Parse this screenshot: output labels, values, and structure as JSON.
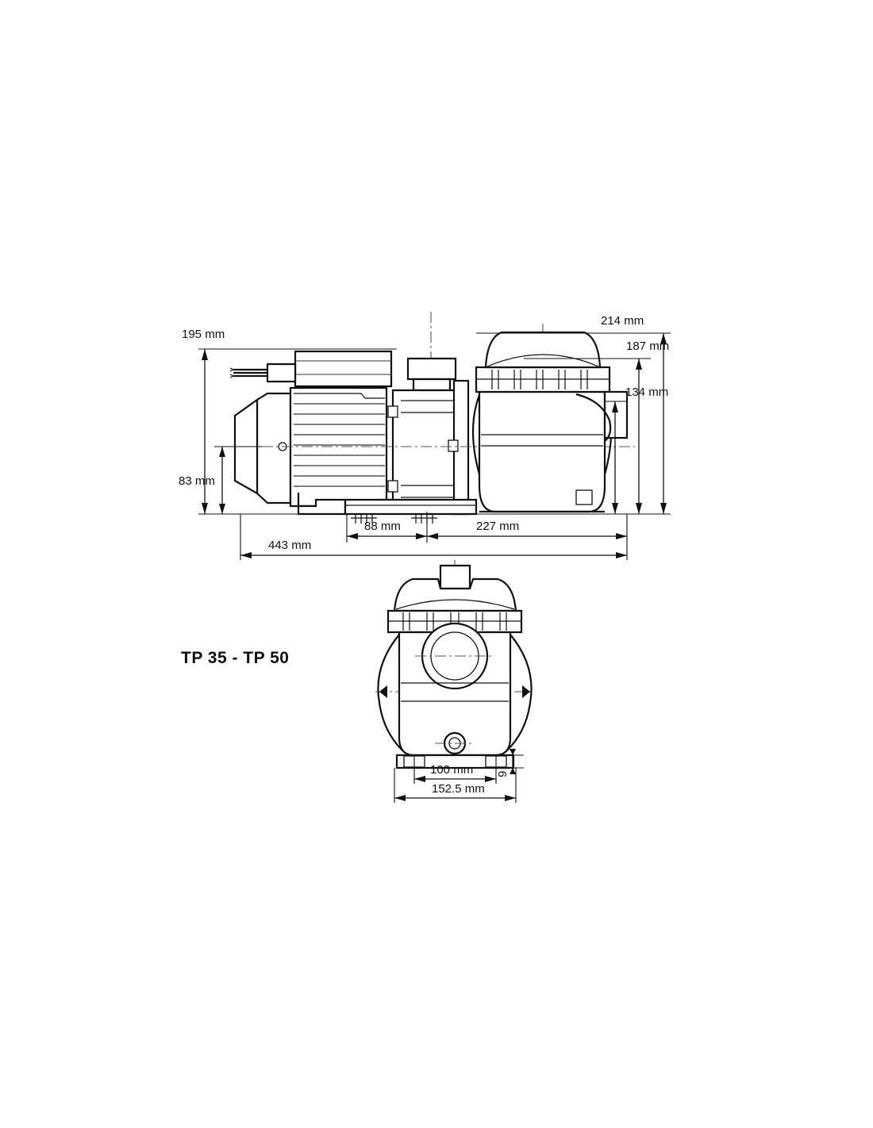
{
  "document": {
    "title": "TP 35 - TP 50",
    "background_color": "#ffffff",
    "line_color": "#111111"
  },
  "label": {
    "model_title": "TP 35 - TP 50"
  },
  "side_view": {
    "name": "pump-side-view",
    "dimensions": {
      "overall_height": "195 mm",
      "shaft_height": "83 mm",
      "overall_length": "443 mm",
      "adapter_length": "88 mm",
      "strainer_length": "227 mm",
      "strainer_width": "214 mm",
      "strainer_height": "187 mm",
      "suction_height": "134 mm"
    }
  },
  "front_view": {
    "name": "pump-front-view",
    "dimensions": {
      "foot_hole_spacing": "100 mm",
      "base_width": "152.5 mm",
      "base_thickness": "9"
    }
  },
  "dimension_list": [
    {
      "id": "h-195",
      "value": "195 mm",
      "orientation": "vertical",
      "view": "side"
    },
    {
      "id": "h-83",
      "value": "83 mm",
      "orientation": "vertical",
      "view": "side"
    },
    {
      "id": "w-443",
      "value": "443 mm",
      "orientation": "horizontal",
      "view": "side"
    },
    {
      "id": "w-88",
      "value": "88 mm",
      "orientation": "horizontal",
      "view": "side"
    },
    {
      "id": "w-227",
      "value": "227 mm",
      "orientation": "horizontal",
      "view": "side"
    },
    {
      "id": "h-214",
      "value": "214 mm",
      "orientation": "vertical",
      "view": "side"
    },
    {
      "id": "h-187",
      "value": "187 mm",
      "orientation": "vertical",
      "view": "side"
    },
    {
      "id": "h-134",
      "value": "134 mm",
      "orientation": "vertical",
      "view": "side"
    },
    {
      "id": "w-100",
      "value": "100 mm",
      "orientation": "horizontal",
      "view": "front"
    },
    {
      "id": "w-1525",
      "value": "152.5 mm",
      "orientation": "horizontal",
      "view": "front"
    },
    {
      "id": "t-9",
      "value": "9",
      "orientation": "vertical-rotated",
      "view": "front"
    }
  ]
}
